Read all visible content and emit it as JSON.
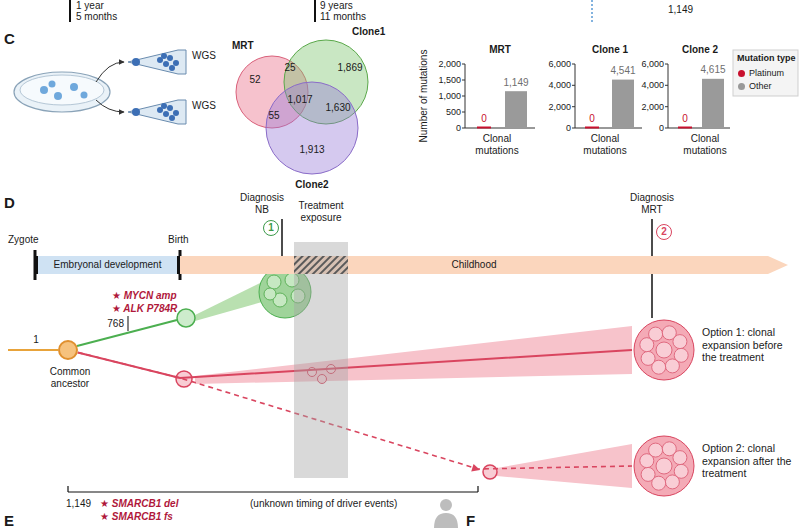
{
  "diagram": {
    "nodes": [
      {
        "text": [
          "Embryonal development"
        ]
      },
      {
        "text": [
          "Childhood"
        ]
      },
      {
        "text": [
          "1"
        ]
      },
      {
        "text": [
          "Treatment exposure"
        ]
      },
      {
        "text": [
          "2"
        ]
      },
      {
        "text": [
          "Common ancestor"
        ]
      },
      {
        "text": [
          "Option 1: clonal expansion before the treatment"
        ]
      },
      {
        "text": [
          "Option 2: clonal expansion after the treatment"
        ]
      }
    ],
    "edges": [
      {
        "from": 5,
        "to": 6,
        "arrow": "none"
      },
      {
        "from": 5,
        "to": 7,
        "arrow": "none"
      }
    ],
    "labels": [
      "1 year",
      "5 months",
      "9 years",
      "11 months",
      "1,149",
      "C",
      "WGS",
      "WGS",
      "MRT",
      "Clone1",
      "52",
      "25",
      "1,869",
      "55",
      "1,017",
      "1,630",
      "1,913",
      "Clone2",
      "Number of mutations",
      "MRT",
      "2,000",
      "1,500",
      "1,000",
      "500",
      "0",
      "0",
      "1,149",
      "Clonal mutations",
      "Clone 1",
      "6,000",
      "4,000",
      "2,000",
      "0",
      "0",
      "4,541",
      "Clonal mutations",
      "Clone 2",
      "6,000",
      "4,000",
      "2,000",
      "0",
      "0",
      "4,615",
      "Clonal mutations",
      "Mutation type",
      "D",
      "Zygote",
      "Birth",
      "Diagnosis NB",
      "Diagnosis MRT",
      "1",
      "★ MYCN amp",
      "★ ALK P784R",
      "768",
      "1,149",
      "★ SMARCB1 del",
      "★ SMARCB1 fs",
      "(unknown timing of driver events)",
      "E",
      "F"
    ],
    "legend": [
      {
        "text": "Platinum",
        "color": "#c8102e"
      },
      {
        "text": "Other",
        "color": "#999999"
      }
    ]
  }
}
